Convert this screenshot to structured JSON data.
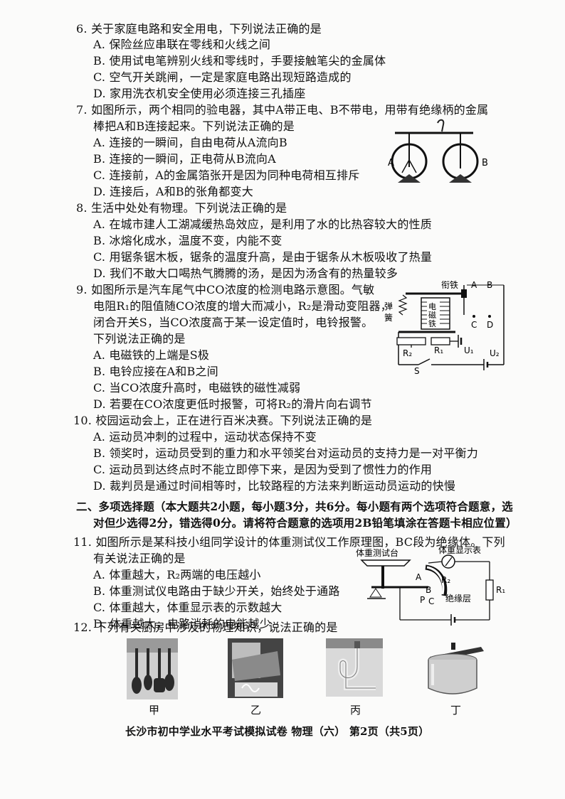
{
  "q6": {
    "stem": "6. 关于家庭电路和安全用电，下列说法正确的是",
    "options": [
      "A. 保险丝应串联在零线和火线之间",
      "B. 使用试电笔辨别火线和零线时，手要接触笔尖的金属体",
      "C. 空气开关跳闸，一定是家庭电路出现短路造成的",
      "D. 家用洗衣机安全使用必须连接三孔插座"
    ]
  },
  "q7": {
    "stem1": "7. 如图所示，两个相同的验电器，其中A带正电、B不带电，用带有绝缘柄的金属",
    "stem2": "棒把A和B连接起来。下列说法正确的是",
    "options": [
      "A. 连接的一瞬间，自由电荷从A流向B",
      "B. 连接的一瞬间，正电荷从B流向A",
      "C. 连接前，A的金属箔张开是因为同种电荷相互排斥",
      "D. 连接后，A和B的张角都变大"
    ],
    "fig": {
      "labelA": "A",
      "labelB": "B"
    }
  },
  "q8": {
    "stem": "8. 生活中处处有物理。下列说法正确的是",
    "options": [
      "A. 在城市建人工湖减缓热岛效应，是利用了水的比热容较大的性质",
      "B. 冰熔化成水，温度不变，内能不变",
      "C. 用锯条锯木板，锯条的温度升高，是由于锯条从木板吸收了热量",
      "D. 我们不敢大口喝热气腾腾的汤，是因为汤含有的热量较多"
    ]
  },
  "q9": {
    "stem1": "9. 如图所示是汽车尾气中CO浓度的检测电路示意图。气敏",
    "stem2": "电阻R₁的阻值随CO浓度的增大而减小，R₂是滑动变阻器，",
    "stem3": "闭合开关S，当CO浓度高于某一设定值时，电铃报警。",
    "stem4": "下列说法正确的是",
    "options": [
      "A. 电磁铁的上端是S极",
      "B. 电铃应接在A和B之间",
      "C. 当CO浓度升高时，电磁铁的磁性减弱",
      "D. 若要在CO浓度更低时报警，可将R₂的滑片向右调节"
    ],
    "fig": {
      "armature": "衔铁",
      "spring1": "弹",
      "spring2": "簧",
      "em1": "电",
      "em2": "磁",
      "em3": "铁",
      "A": "A",
      "B": "B",
      "C": "C",
      "D": "D",
      "R2": "R₂",
      "R1": "R₁",
      "S": "S",
      "U1": "U₁",
      "U2": "U₂"
    }
  },
  "q10": {
    "stem": "10. 校园运动会上，正在进行百米决赛。下列说法正确的是",
    "options": [
      "A. 运动员冲刺的过程中，运动状态保持不变",
      "B. 领奖时，运动员受到的重力和水平领奖台对运动员的支持力是一对平衡力",
      "C. 运动员到达终点时不能立即停下来，是因为受到了惯性力的作用",
      "D. 裁判员是通过时间相等时，比较路程的方法来判断运动员运动的快慢"
    ]
  },
  "section2": {
    "line1": "二、多项选择题（本大题共2小题，每小题3分，共6分。每小题有两个选项符合题意，选",
    "line2": "对但少选得2分，错选得0分。请将符合题意的选项用2B铅笔填涂在答题卡相应位置）"
  },
  "q11": {
    "stem1": "11. 如图所示是某科技小组同学设计的体重测试仪工作原理图，BC段为绝缘体。下列",
    "stem2": "有关说法正确的是",
    "options": [
      "A. 体重越大，R₂两端的电压越小",
      "B. 体重测试仪电路由于缺少开关，始终处于通路",
      "C. 体重越大，体重显示表的示数越大",
      "D. 体重越大，电路消耗的电能越少"
    ],
    "fig": {
      "platform": "体重测试台",
      "meter": "体重显示表",
      "A": "A",
      "B": "B",
      "C": "C",
      "P": "P",
      "R2": "R₂",
      "R1": "R₁",
      "insulator": "绝缘层"
    }
  },
  "q12": {
    "stem": "12. 下列有关厨房中涉及的物理知识，说法正确的是",
    "captions": [
      "甲",
      "乙",
      "丙",
      "丁"
    ]
  },
  "footer": "长沙市初中学业水平考试模拟试卷   物理（六）   第2页（共5页）"
}
